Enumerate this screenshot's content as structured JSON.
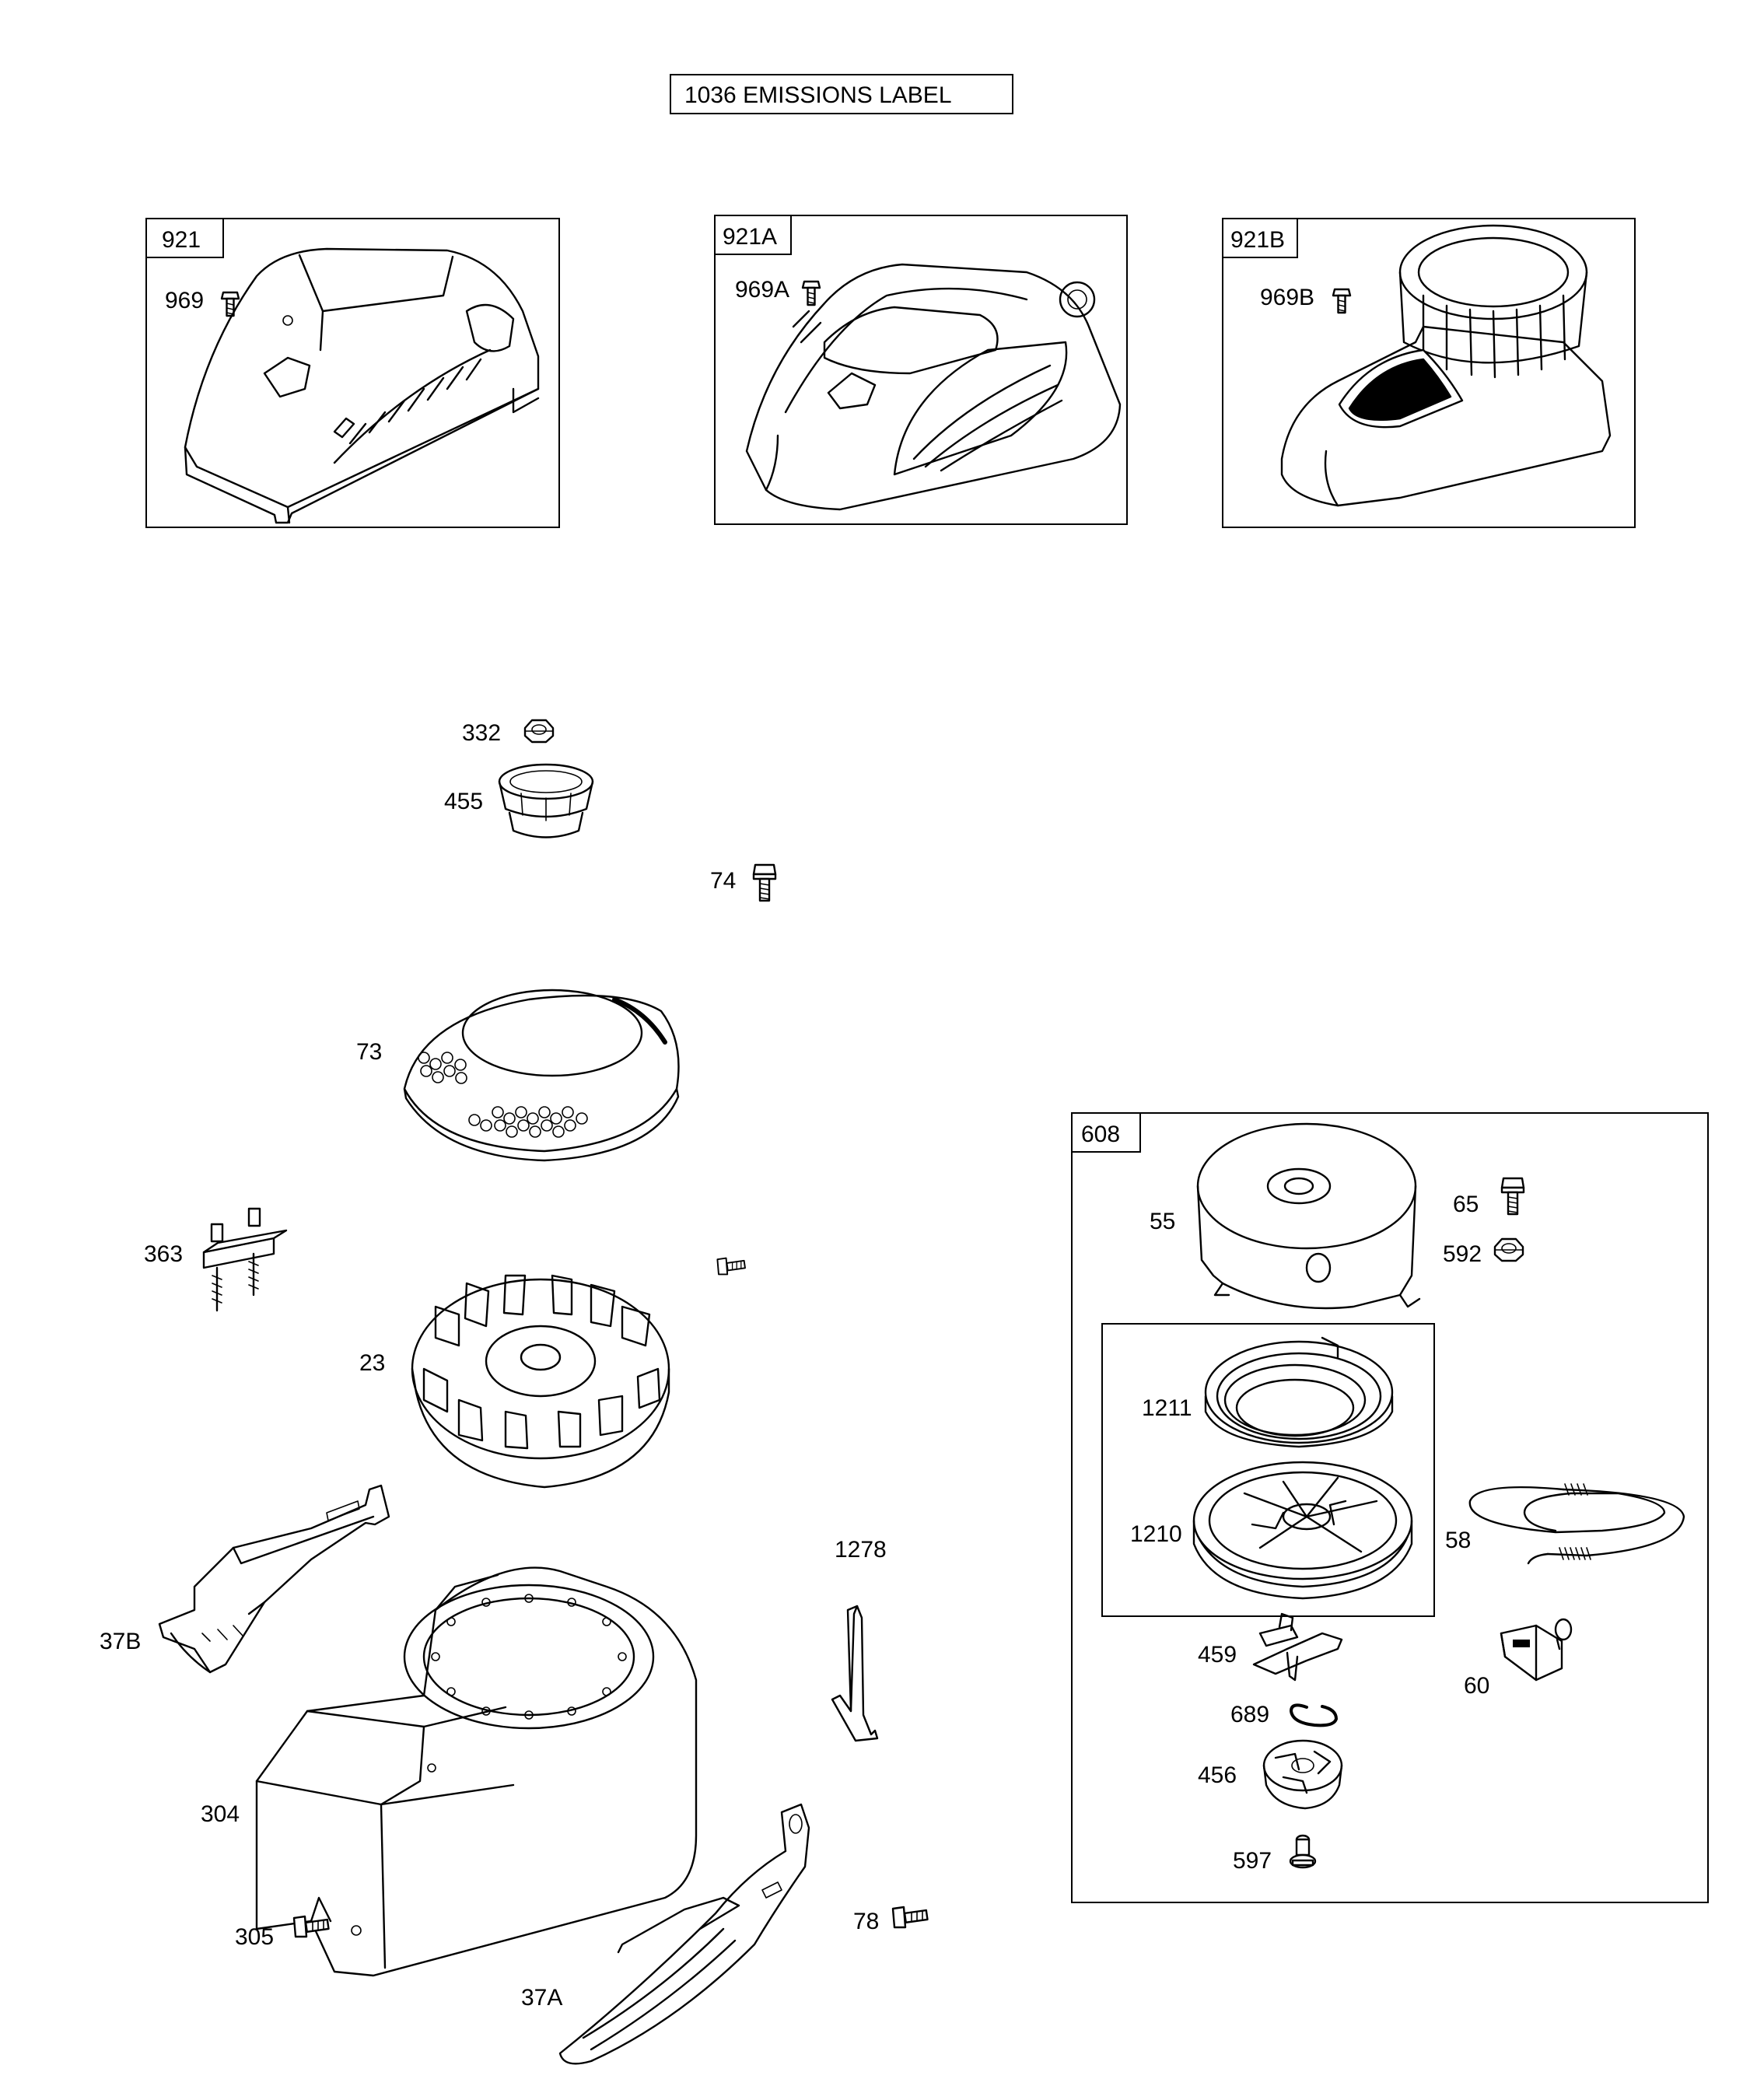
{
  "title_label": "1036 EMISSIONS LABEL",
  "kits": {
    "cover_a": {
      "kit_number": "921",
      "screw": "969"
    },
    "cover_b": {
      "kit_number": "921A",
      "screw": "969A"
    },
    "cover_c": {
      "kit_number": "921B",
      "screw": "969B"
    },
    "starter": {
      "kit_number": "608"
    }
  },
  "parts": {
    "nut_332": "332",
    "cup_455": "455",
    "bolt_74": "74",
    "screen_73": "73",
    "clip_363": "363",
    "flywheel_23": "23",
    "baffle_37b": "37B",
    "housing_304": "304",
    "bolt_305": "305",
    "screw_1278": "1278",
    "bolt_78": "78",
    "baffle_37a": "37A",
    "starter_housing_55": "55",
    "bolt_65": "65",
    "nut_592": "592",
    "spring_1211": "1211",
    "pulley_1210": "1210",
    "rope_58": "58",
    "dog_459": "459",
    "handle_60": "60",
    "ring_689": "689",
    "retainer_456": "456",
    "screw_597": "597"
  }
}
